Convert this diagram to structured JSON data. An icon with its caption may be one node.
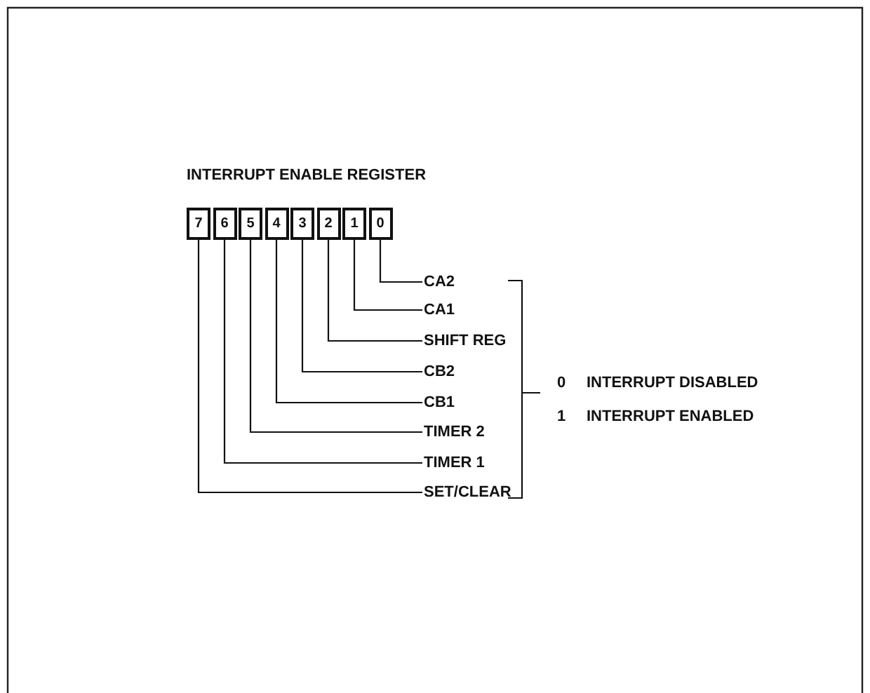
{
  "diagram": {
    "title": "INTERRUPT ENABLE REGISTER",
    "nodes": [
      {
        "text": [
          "7"
        ]
      },
      {
        "text": [
          "6"
        ]
      },
      {
        "text": [
          "5"
        ]
      },
      {
        "text": [
          "4"
        ]
      },
      {
        "text": [
          "3"
        ]
      },
      {
        "text": [
          "2"
        ]
      },
      {
        "text": [
          "1"
        ]
      },
      {
        "text": [
          "0"
        ]
      },
      {
        "text": [
          "CA2"
        ]
      },
      {
        "text": [
          "CA1"
        ]
      },
      {
        "text": [
          "SHIFT REG"
        ]
      },
      {
        "text": [
          "CB2"
        ]
      },
      {
        "text": [
          "CB1"
        ]
      },
      {
        "text": [
          "TIMER 2"
        ]
      },
      {
        "text": [
          "TIMER 1"
        ]
      },
      {
        "text": [
          "SET/CLEAR"
        ]
      }
    ],
    "edges": [
      {
        "from": 7,
        "to": 8,
        "arrow": "none"
      },
      {
        "from": 6,
        "to": 9,
        "arrow": "none"
      },
      {
        "from": 5,
        "to": 10,
        "arrow": "none"
      },
      {
        "from": 4,
        "to": 11,
        "arrow": "none"
      },
      {
        "from": 3,
        "to": 12,
        "arrow": "none"
      },
      {
        "from": 2,
        "to": 13,
        "arrow": "none"
      },
      {
        "from": 1,
        "to": 14,
        "arrow": "none"
      },
      {
        "from": 0,
        "to": 15,
        "arrow": "none"
      }
    ],
    "labels": [
      "0",
      "INTERRUPT DISABLED",
      "1",
      "INTERRUPT ENABLED"
    ]
  }
}
